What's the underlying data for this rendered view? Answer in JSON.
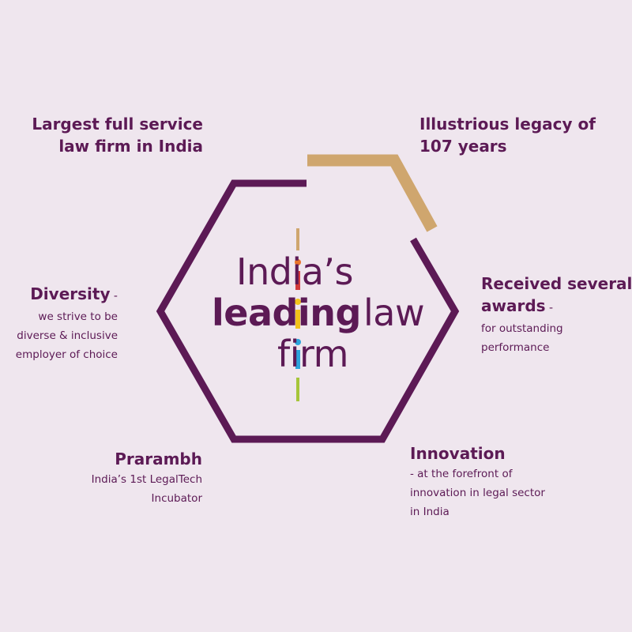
{
  "colors": {
    "background": "#EFE6EE",
    "primary": "#5C1A55",
    "gold": "#CFA66E",
    "accent_orange": "#E8742B",
    "accent_red": "#D23A3A",
    "accent_yellow": "#F2C21B",
    "accent_blue": "#2BA4DC",
    "accent_green": "#A6C53A"
  },
  "center": {
    "line1": "India’s",
    "line2_bold": "leading",
    "line2_rest": "law",
    "line3": "firm"
  },
  "callouts": {
    "largest": {
      "line1": "Largest full service",
      "line2": "law firm in India"
    },
    "legacy": {
      "line1": "Illustrious legacy of",
      "line2": "107 years"
    },
    "diversity": {
      "heading": "Diversity",
      "dash": " -",
      "desc1": "we strive to be",
      "desc2": "diverse & inclusive",
      "desc3": "employer of choice"
    },
    "awards": {
      "heading1": "Received several",
      "heading2": "awards",
      "dash": " -",
      "desc1": "for outstanding",
      "desc2": "performance"
    },
    "prarambh": {
      "heading": "Prarambh",
      "desc1": "India’s 1st LegalTech",
      "desc2": "Incubator"
    },
    "innovation": {
      "heading": "Innovation",
      "desc1": "- at the forefront of",
      "desc2": "innovation in legal sector",
      "desc3": "in India"
    }
  }
}
